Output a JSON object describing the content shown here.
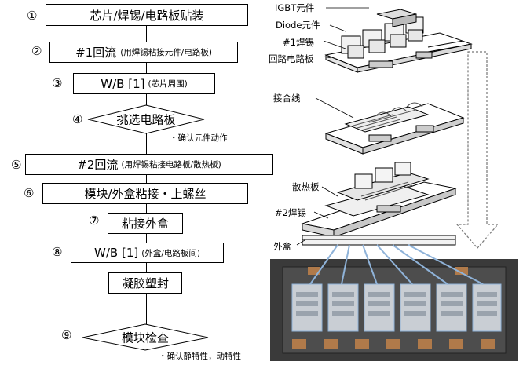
{
  "flow": {
    "steps": [
      {
        "num": "①",
        "main": "芯片/焊锡/电路板贴装",
        "sub": ""
      },
      {
        "num": "②",
        "main": "#1回流",
        "sub": "(用焊锡粘接元件/电路板)"
      },
      {
        "num": "③",
        "main": "W/B [1]",
        "sub": "(芯片周围)"
      },
      {
        "num": "④",
        "main": "挑选电路板",
        "sub": ""
      },
      {
        "num": "⑤",
        "main": "#2回流",
        "sub": "(用焊锡粘接电路板/散热板)"
      },
      {
        "num": "⑥",
        "main": "模块/外盒粘接・上螺丝",
        "sub": ""
      },
      {
        "num": "⑦",
        "main": "粘接外盒",
        "sub": ""
      },
      {
        "num": "⑧",
        "main": "W/B [1]",
        "sub": "(外盒/电路板间)"
      },
      {
        "num": "",
        "main": "凝胶塑封",
        "sub": ""
      },
      {
        "num": "⑨",
        "main": "模块检查",
        "sub": ""
      }
    ],
    "notes": {
      "after_select": "・确认元件动作",
      "after_check": "・确认静特性，动特性"
    }
  },
  "diagram": {
    "labels": {
      "igbt": "IGBT元件",
      "diode": "Diode元件",
      "solder1": "#1焊锡",
      "circuit_board": "回路电路板",
      "bond_wire": "接合线",
      "heatsink": "散热板",
      "solder2": "#2焊锡",
      "case": "外盒"
    }
  },
  "colors": {
    "guide_lines": "#8fb3d9",
    "photo_bg": "#3a3a3a",
    "arrow_outline": "#777777"
  }
}
